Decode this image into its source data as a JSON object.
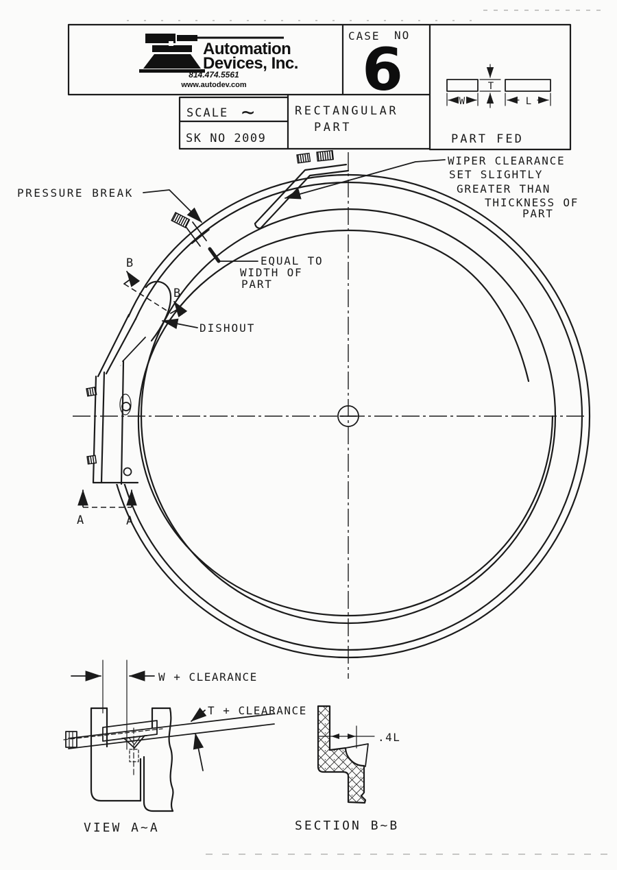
{
  "title_block": {
    "logo": {
      "line1": "Automation",
      "line2": "Devices, Inc.",
      "phone": "814.474.5561",
      "website": "www.autodev.com"
    },
    "case_label": "CASE",
    "case_no_label": "NO",
    "case_number": "6",
    "scale_label": "SCALE",
    "scale_value": "~",
    "sk_no": "SK NO 2009",
    "part_line1": "RECTANGULAR",
    "part_line2": "PART",
    "part_fed_label": "PART FED",
    "dim_w": "W",
    "dim_t": "T",
    "dim_l": "L"
  },
  "drawing": {
    "pressure_break": "PRESSURE BREAK",
    "wiper_l1": "WIPER CLEARANCE",
    "wiper_l2": "SET SLIGHTLY",
    "wiper_l3": "GREATER THAN",
    "wiper_l4": "THICKNESS OF",
    "wiper_l5": "PART",
    "equal_l1": "EQUAL TO",
    "equal_l2": "WIDTH OF",
    "equal_l3": "PART",
    "dishout": "DISHOUT",
    "marker_b": "B",
    "marker_a": "A"
  },
  "view_aa": {
    "dim_w": "W + CLEARANCE",
    "dim_t": "T + CLEARANCE",
    "title": "VIEW A~A"
  },
  "section_bb": {
    "dim": ".4L",
    "title": "SECTION B~B"
  }
}
